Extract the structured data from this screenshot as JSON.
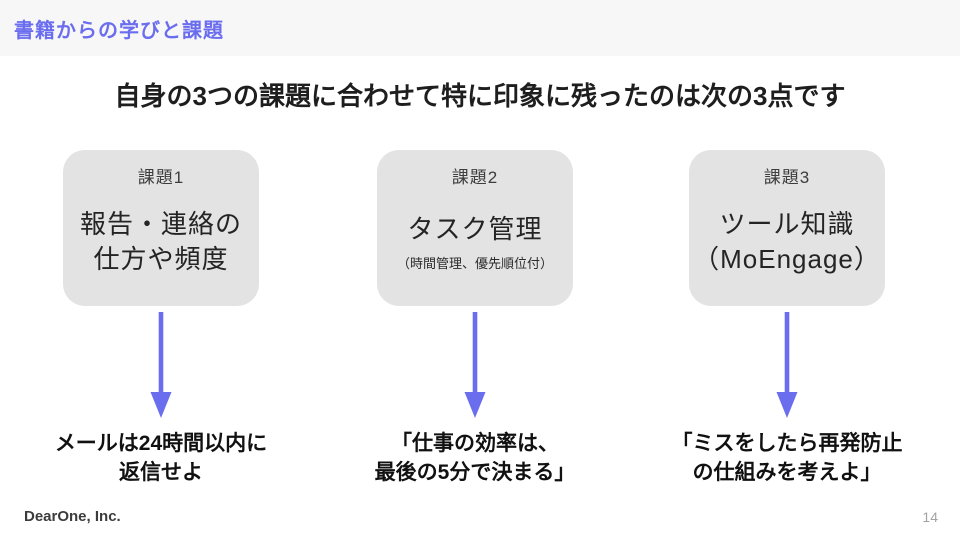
{
  "header": {
    "title": "書籍からの学びと課題"
  },
  "main_title": "自身の3つの課題に合わせて特に印象に残ったのは次の3点です",
  "columns": [
    {
      "label": "課題1",
      "title_line1": "報告・連絡の",
      "title_line2": "仕方や頻度",
      "subtitle": "",
      "quote_line1": "メールは24時間以内に",
      "quote_line2": "返信せよ"
    },
    {
      "label": "課題2",
      "title_line1": "タスク管理",
      "title_line2": "",
      "subtitle": "（時間管理、優先順位付）",
      "quote_line1": "「仕事の効率は、",
      "quote_line2": "最後の5分で決まる」"
    },
    {
      "label": "課題3",
      "title_line1": "ツール知識",
      "title_line2": "（MoEngage）",
      "subtitle": "",
      "quote_line1": "「ミスをしたら再発防止",
      "quote_line2": "の仕組みを考えよ」"
    }
  ],
  "icons": {
    "arrow": "down-arrow-icon"
  },
  "footer": {
    "company": "DearOne, Inc.",
    "page_number": "14"
  },
  "colors": {
    "accent": "#6B6DEF",
    "header_bg": "#F7F7F8",
    "card_bg": "#E3E3E3"
  }
}
